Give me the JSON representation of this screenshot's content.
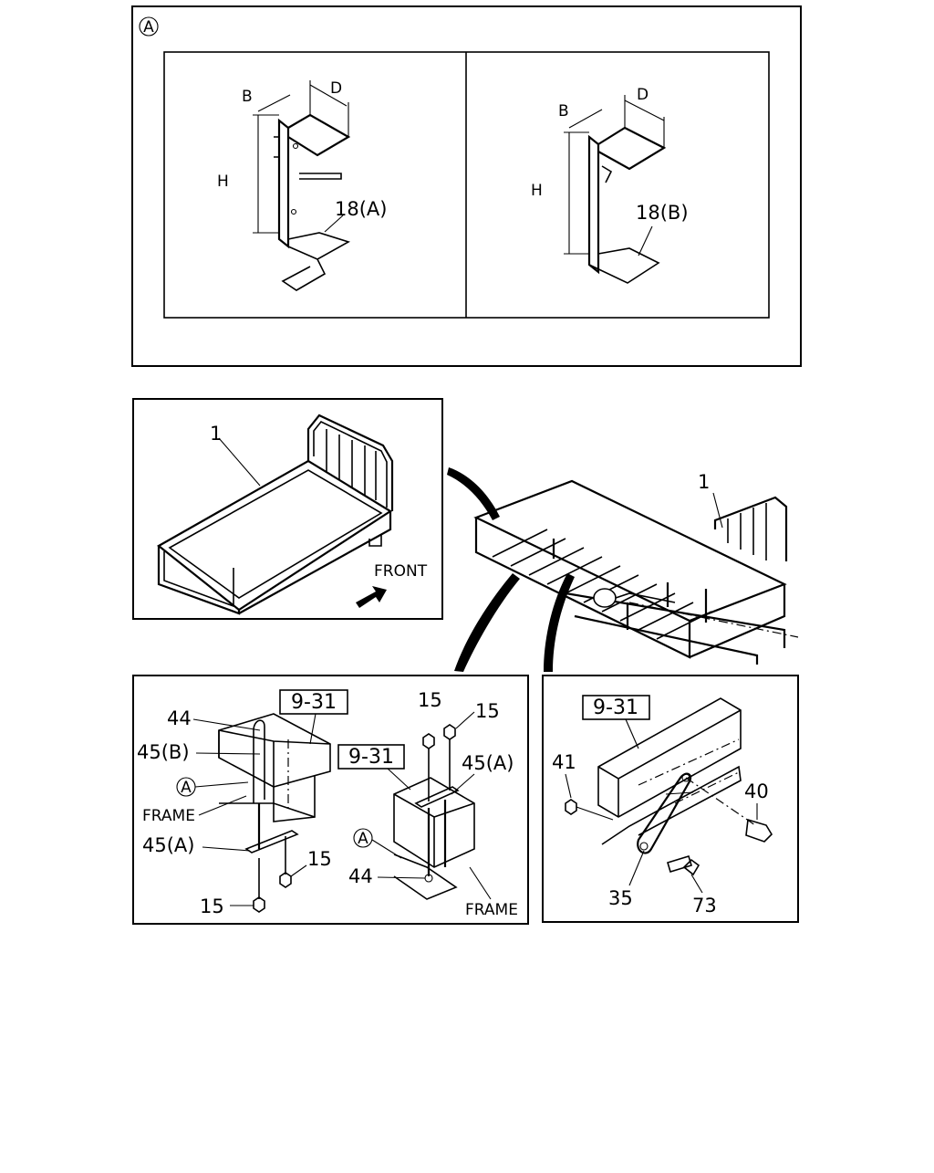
{
  "detail_a": {
    "marker": "A",
    "left": {
      "b": "B",
      "d": "D",
      "h": "H",
      "part": "18(A)"
    },
    "right": {
      "b": "B",
      "d": "D",
      "h": "H",
      "part": "18(B)"
    }
  },
  "body_view": {
    "part": "1",
    "front": "FRONT"
  },
  "chassis_view": {
    "part": "1"
  },
  "left_detail": {
    "ref": "9-31",
    "p44": "44",
    "p45b": "45(B)",
    "marker": "A",
    "frame": "FRAME",
    "p45a": "45(A)",
    "p15a": "15",
    "p15b": "15"
  },
  "mid_detail": {
    "ref": "9-31",
    "p15a": "15",
    "p15b": "15",
    "p45a": "45(A)",
    "marker": "A",
    "p44": "44",
    "frame": "FRAME"
  },
  "right_detail": {
    "ref": "9-31",
    "p41": "41",
    "p40": "40",
    "p35": "35",
    "p73": "73"
  }
}
